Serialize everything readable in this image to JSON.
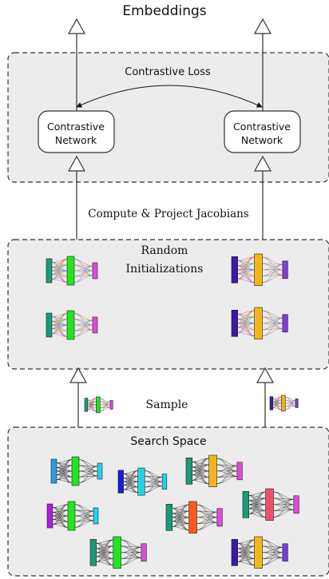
{
  "title": "Embeddings",
  "top_panel": {
    "loss_label": "Contrastive Loss",
    "node_left": [
      "Contrastive",
      "Network"
    ],
    "node_right": [
      "Contrastive",
      "Network"
    ]
  },
  "compute_label": "Compute & Project Jacobians",
  "middle_panel": {
    "title_line1": "Random",
    "title_line2": "Initializations"
  },
  "sample_label": "Sample",
  "bottom_panel": {
    "title": "Search Space"
  },
  "colors": {
    "panel_fill": "#ececec",
    "teal": "#1a9a78",
    "green": "#1fe61f",
    "magenta": "#e048e0",
    "indigo": "#3b1aa8",
    "amber": "#f2b61a",
    "violet": "#7a3fd6",
    "cyan": "#22d3e6",
    "blue_left": "#2a9be0",
    "blue_dark": "#1a1ae0",
    "orange": "#ff5a1a",
    "coral": "#f0506a",
    "purple_left": "#b01ae0"
  }
}
